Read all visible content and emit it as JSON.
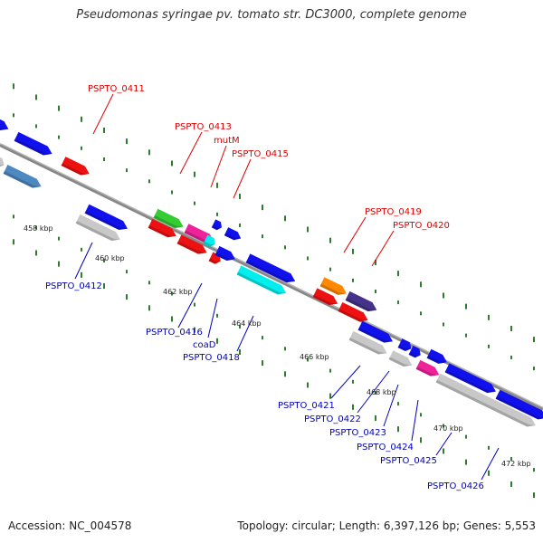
{
  "title": "Pseudomonas syringae pv. tomato str. DC3000, complete genome",
  "footer": {
    "accession": "Accession: NC_004578",
    "topology": "Topology: circular; Length: 6,397,126 bp; Genes: 5,553"
  },
  "colors": {
    "backbone": "#888888",
    "tick_marks": "#2e7d2e",
    "label_upper": "#dd0000",
    "label_lower": "#0000bb",
    "gene_red": "#ee1111",
    "gene_blue": "#1111ee",
    "gene_green": "#33cc33",
    "gene_pink": "#ee2299",
    "gene_orange": "#ff8800",
    "gene_purple": "#443388",
    "gene_cyan": "#00eeee",
    "gene_grey": "#c8c8c8",
    "gene_steel": "#4d88c0"
  },
  "kbp_ticks": [
    "458 kbp",
    "460 kbp",
    "462 kbp",
    "464 kbp",
    "466 kbp",
    "468 kbp",
    "470 kbp",
    "472 kbp"
  ],
  "labels_upper": [
    "PSPTO_0411",
    "PSPTO_0413",
    "mutM",
    "PSPTO_0415",
    "PSPTO_0419",
    "PSPTO_0420"
  ],
  "labels_lower": [
    "PSPTO_0412",
    "PSPTO_0416",
    "coaD",
    "PSPTO_0418",
    "PSPTO_0421",
    "PSPTO_0422",
    "PSPTO_0423",
    "PSPTO_0424",
    "PSPTO_0425",
    "PSPTO_0426"
  ]
}
